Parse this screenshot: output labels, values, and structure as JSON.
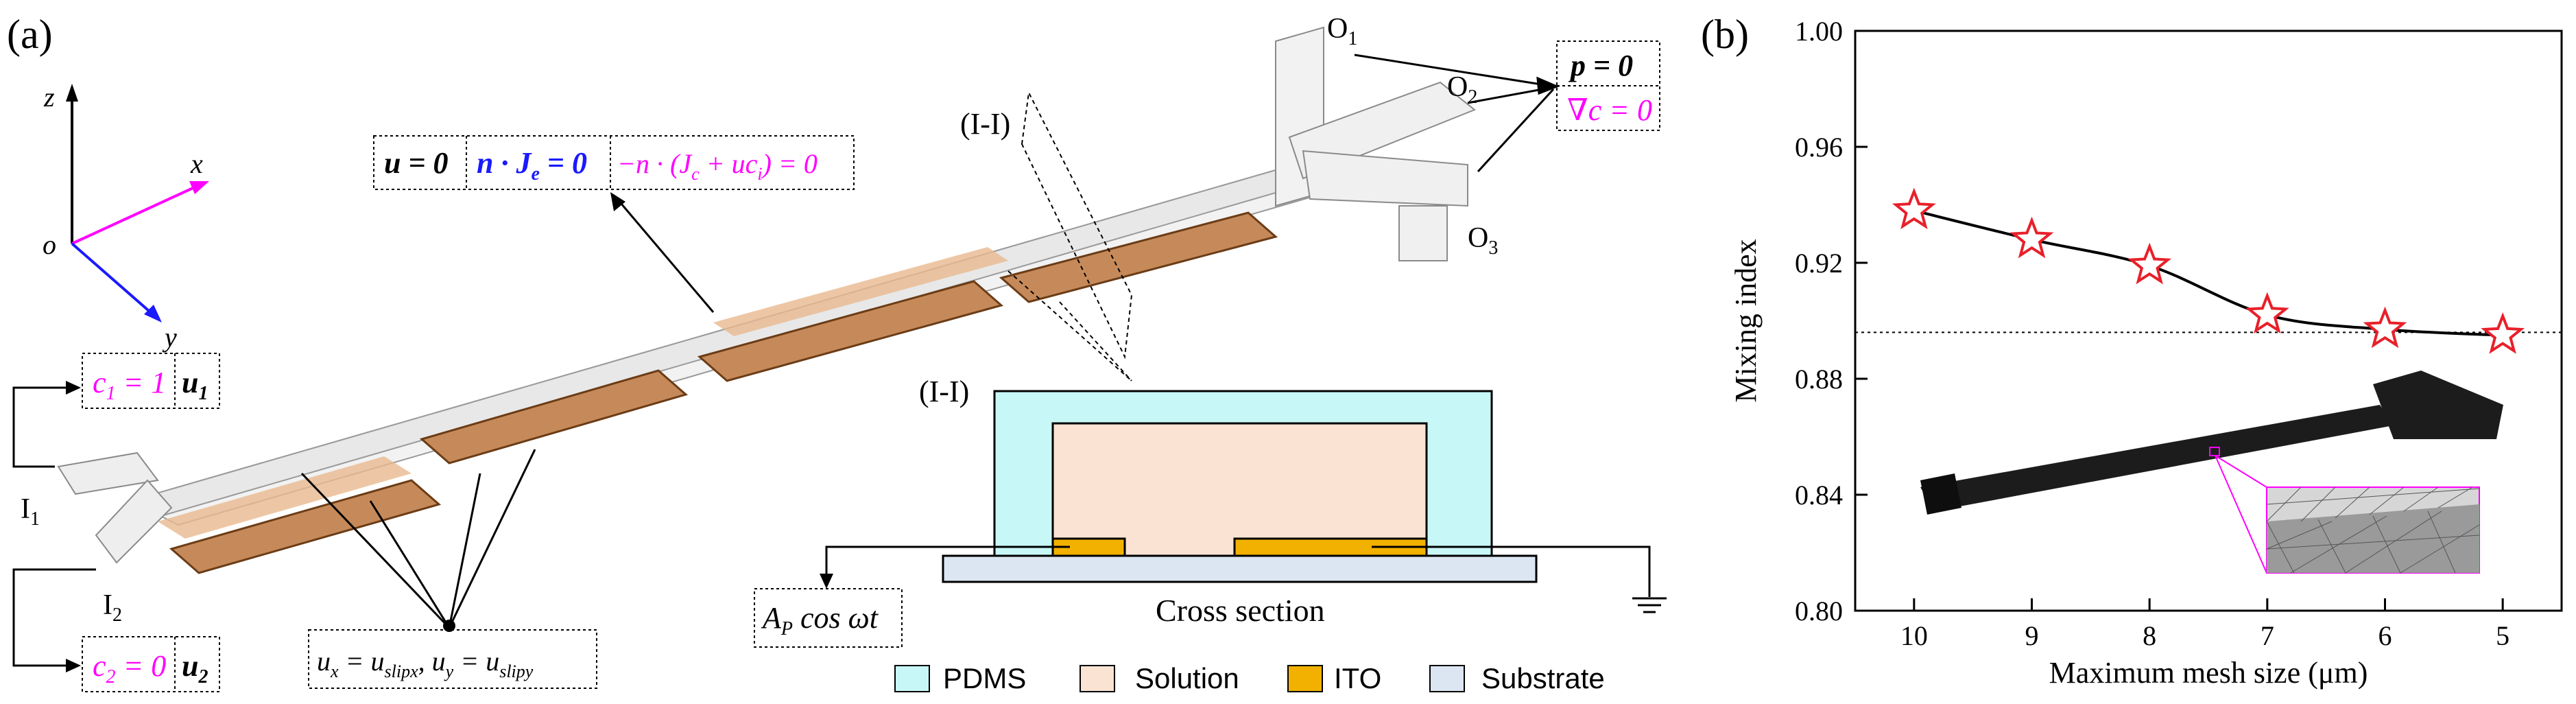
{
  "panel_a": {
    "label": "(a)",
    "axes": {
      "z": "z",
      "x": "x",
      "y": "y",
      "origin": "o"
    },
    "outlets": [
      "O",
      "O",
      "O"
    ],
    "outlet_subs": [
      "1",
      "2",
      "3"
    ],
    "inlets": [
      "I",
      "I"
    ],
    "inlet_subs": [
      "1",
      "2"
    ],
    "section_marker": "(I-I)",
    "section_marker2": "(I-I)",
    "bc_outlet": {
      "p": "p = 0",
      "grad_c": "∇c = 0"
    },
    "bc_wall": {
      "u": "u = 0",
      "nJ": "n · J",
      "nJ_sub": "e",
      "nJ_rhs": " = 0",
      "flux": "−n · (J",
      "flux_sub1": "c",
      "flux_mid": " + uc",
      "flux_sub2": "i",
      "flux_rhs": ") = 0"
    },
    "bc_inlet1": {
      "c": "c",
      "c_sub": "1",
      "c_rhs": " = 1",
      "u": "u",
      "u_sub": "1"
    },
    "bc_inlet2": {
      "c": "c",
      "c_sub": "2",
      "c_rhs": " = 0",
      "u": "u",
      "u_sub": "2"
    },
    "bc_slip": {
      "ux": "u",
      "ux_sub": "x",
      "eq1": " = u",
      "slipx": "slipx",
      "sep": ", u",
      "uy_sub": "y",
      "eq2": " = u",
      "slipy": "slipy"
    },
    "bc_voltage": {
      "A": "A",
      "A_sub": "P",
      "rest": " cos ωt"
    },
    "cross_section_caption": "Cross section",
    "legend": [
      {
        "label": "PDMS",
        "color": "#c8f7f7"
      },
      {
        "label": "Solution",
        "color": "#fae3d2"
      },
      {
        "label": "ITO",
        "color": "#f2b100"
      },
      {
        "label": "Substrate",
        "color": "#dce6f2"
      }
    ]
  },
  "panel_b": {
    "label": "(b)",
    "inset_note": ""
  },
  "chart_data": {
    "type": "line",
    "title": "",
    "xlabel": "Maximum mesh size (μm)",
    "ylabel": "Mixing index",
    "x": [
      10,
      9,
      8,
      7,
      6,
      5
    ],
    "xlim": [
      10.5,
      4.5
    ],
    "ylim": [
      0.8,
      1.0
    ],
    "yticks": [
      "0.80",
      "0.84",
      "0.88",
      "0.92",
      "0.96",
      "1.00"
    ],
    "xticks": [
      "10",
      "9",
      "8",
      "7",
      "6",
      "5"
    ],
    "series": [
      {
        "values": [
          0.938,
          0.928,
          0.919,
          0.902,
          0.897,
          0.895
        ],
        "marker": "star",
        "color": "#000000",
        "marker_color": "#e8202a"
      }
    ],
    "reference_line": {
      "y": 0.896,
      "style": "dotted"
    },
    "grid": false
  }
}
